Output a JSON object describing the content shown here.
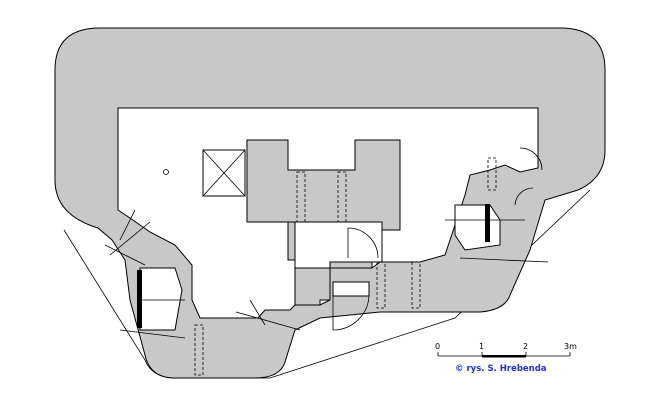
{
  "scale_bar": {
    "ticks": [
      "0",
      "1",
      "2",
      "3m"
    ]
  },
  "credit": "© rys. S. Hrebenda",
  "colors": {
    "wall_fill": "#c8c8c8",
    "line": "#000000",
    "credit_text": "#2233cc"
  }
}
